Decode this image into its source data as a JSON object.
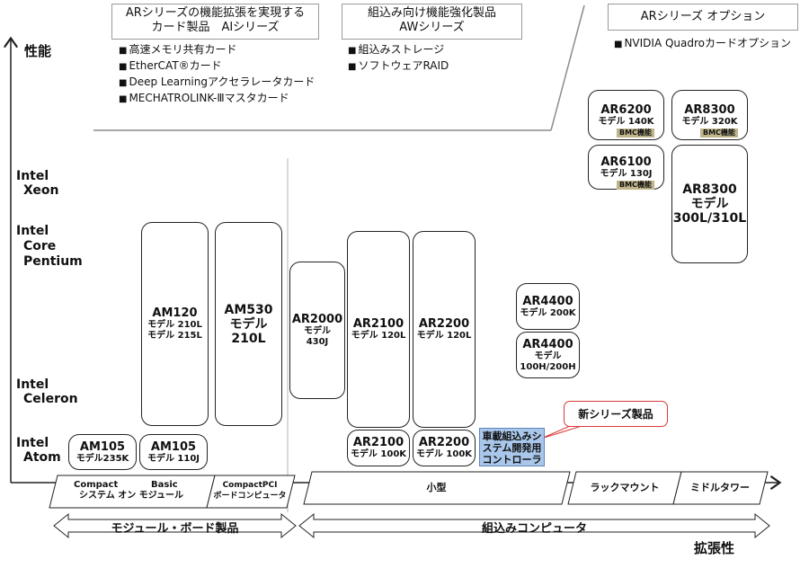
{
  "headers": {
    "ai": [
      "ARシリーズの機能拡張を実現する",
      "カード製品　AIシリーズ"
    ],
    "aw": [
      "組込み向け機能強化製品",
      "AWシリーズ"
    ],
    "opt": "ARシリーズ オプション"
  },
  "lists": {
    "ai": [
      "高速メモリ共有カード",
      "EtherCAT®カード",
      "Deep Learningアクセラレータカード",
      "MECHATROLINK-Ⅲマスタカード"
    ],
    "aw": [
      "組込みストレージ",
      "ソフトウェアRAID"
    ],
    "opt": [
      "NVIDIA Quadroカードオプション"
    ]
  },
  "axis": {
    "y_title": "性能",
    "x_title": "拡張性",
    "y_levels": [
      [
        "Intel",
        "Xeon"
      ],
      [
        "Intel",
        "Core",
        "Pentium"
      ],
      [
        "Intel",
        "Celeron"
      ],
      [
        "Intel",
        "Atom"
      ]
    ]
  },
  "products": {
    "am120": [
      "AM120",
      "モデル 210L",
      "モデル 215L"
    ],
    "am530": [
      "AM530",
      "モデル",
      "210L"
    ],
    "ar2000": [
      "AR2000",
      "モデル",
      "430J"
    ],
    "ar2100_top": [
      "AR2100",
      "モデル 120L"
    ],
    "ar2200_top": [
      "AR2200",
      "モデル 120L"
    ],
    "ar4400_a": [
      "AR4400",
      "モデル 200K"
    ],
    "ar4400_b": [
      "AR4400",
      "モデル",
      "100H/200H"
    ],
    "ar6200": [
      "AR6200",
      "モデル 140K"
    ],
    "ar8300_a": [
      "AR8300",
      "モデル 320K"
    ],
    "ar6100": [
      "AR6100",
      "モデル 130J"
    ],
    "ar8300_b": [
      "AR8300",
      "モデル",
      "300L/310L"
    ],
    "am105_a": [
      "AM105",
      "モデル235K"
    ],
    "am105_b": [
      "AM105",
      "モデル 110J"
    ],
    "ar2100_bot": [
      "AR2100",
      "モデル 100K"
    ],
    "ar2200_bot": [
      "AR2200",
      "モデル 100K"
    ],
    "bmc": "BMC機能"
  },
  "new_product": [
    "車載組込みシ",
    "ステム開発用",
    "コントローラ"
  ],
  "callout": "新シリーズ製品",
  "segments": {
    "compact1": "Compact",
    "compact2": "システム オン モジュール",
    "basic": "Basic",
    "cpci1": "CompactPCI",
    "cpci2": "ボードコンピュータ",
    "small": "小型",
    "rack": "ラックマウント",
    "mid": "ミドルタワー"
  },
  "bands": {
    "left": "モジュール・ボード製品",
    "right": "組込みコンピュータ"
  }
}
